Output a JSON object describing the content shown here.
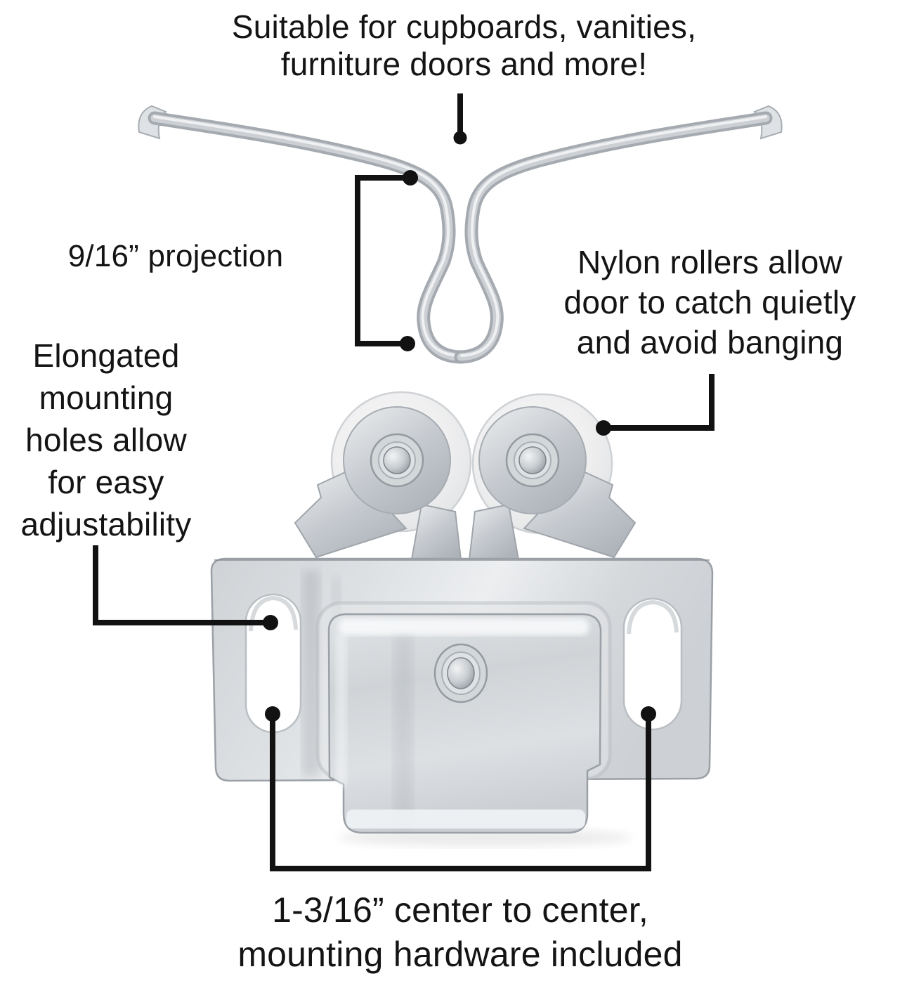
{
  "page": {
    "background": "#ffffff",
    "ink": "#141414"
  },
  "annotations": {
    "suitable": {
      "line1": "Suitable for cupboards, vanities,",
      "line2": "furniture doors and more!"
    },
    "projection": {
      "label": "9/16” projection"
    },
    "nylon": {
      "line1": "Nylon rollers allow",
      "line2": "door to catch quietly",
      "line3": "and avoid banging"
    },
    "elongated": {
      "line1": "Elongated",
      "line2": "mounting",
      "line3": "holes allow",
      "line4": "for easy",
      "line5": "adjustability"
    },
    "center_to_center": {
      "line1": "1-3/16” center to center,",
      "line2": "mounting hardware included"
    }
  },
  "product": {
    "colors": {
      "annotation_ink": "#121212",
      "metal_light": "#eceef0",
      "metal_mid": "#cfd3d6",
      "metal_dark": "#9aa0a6",
      "roller_nylon": "#efeff0"
    }
  }
}
